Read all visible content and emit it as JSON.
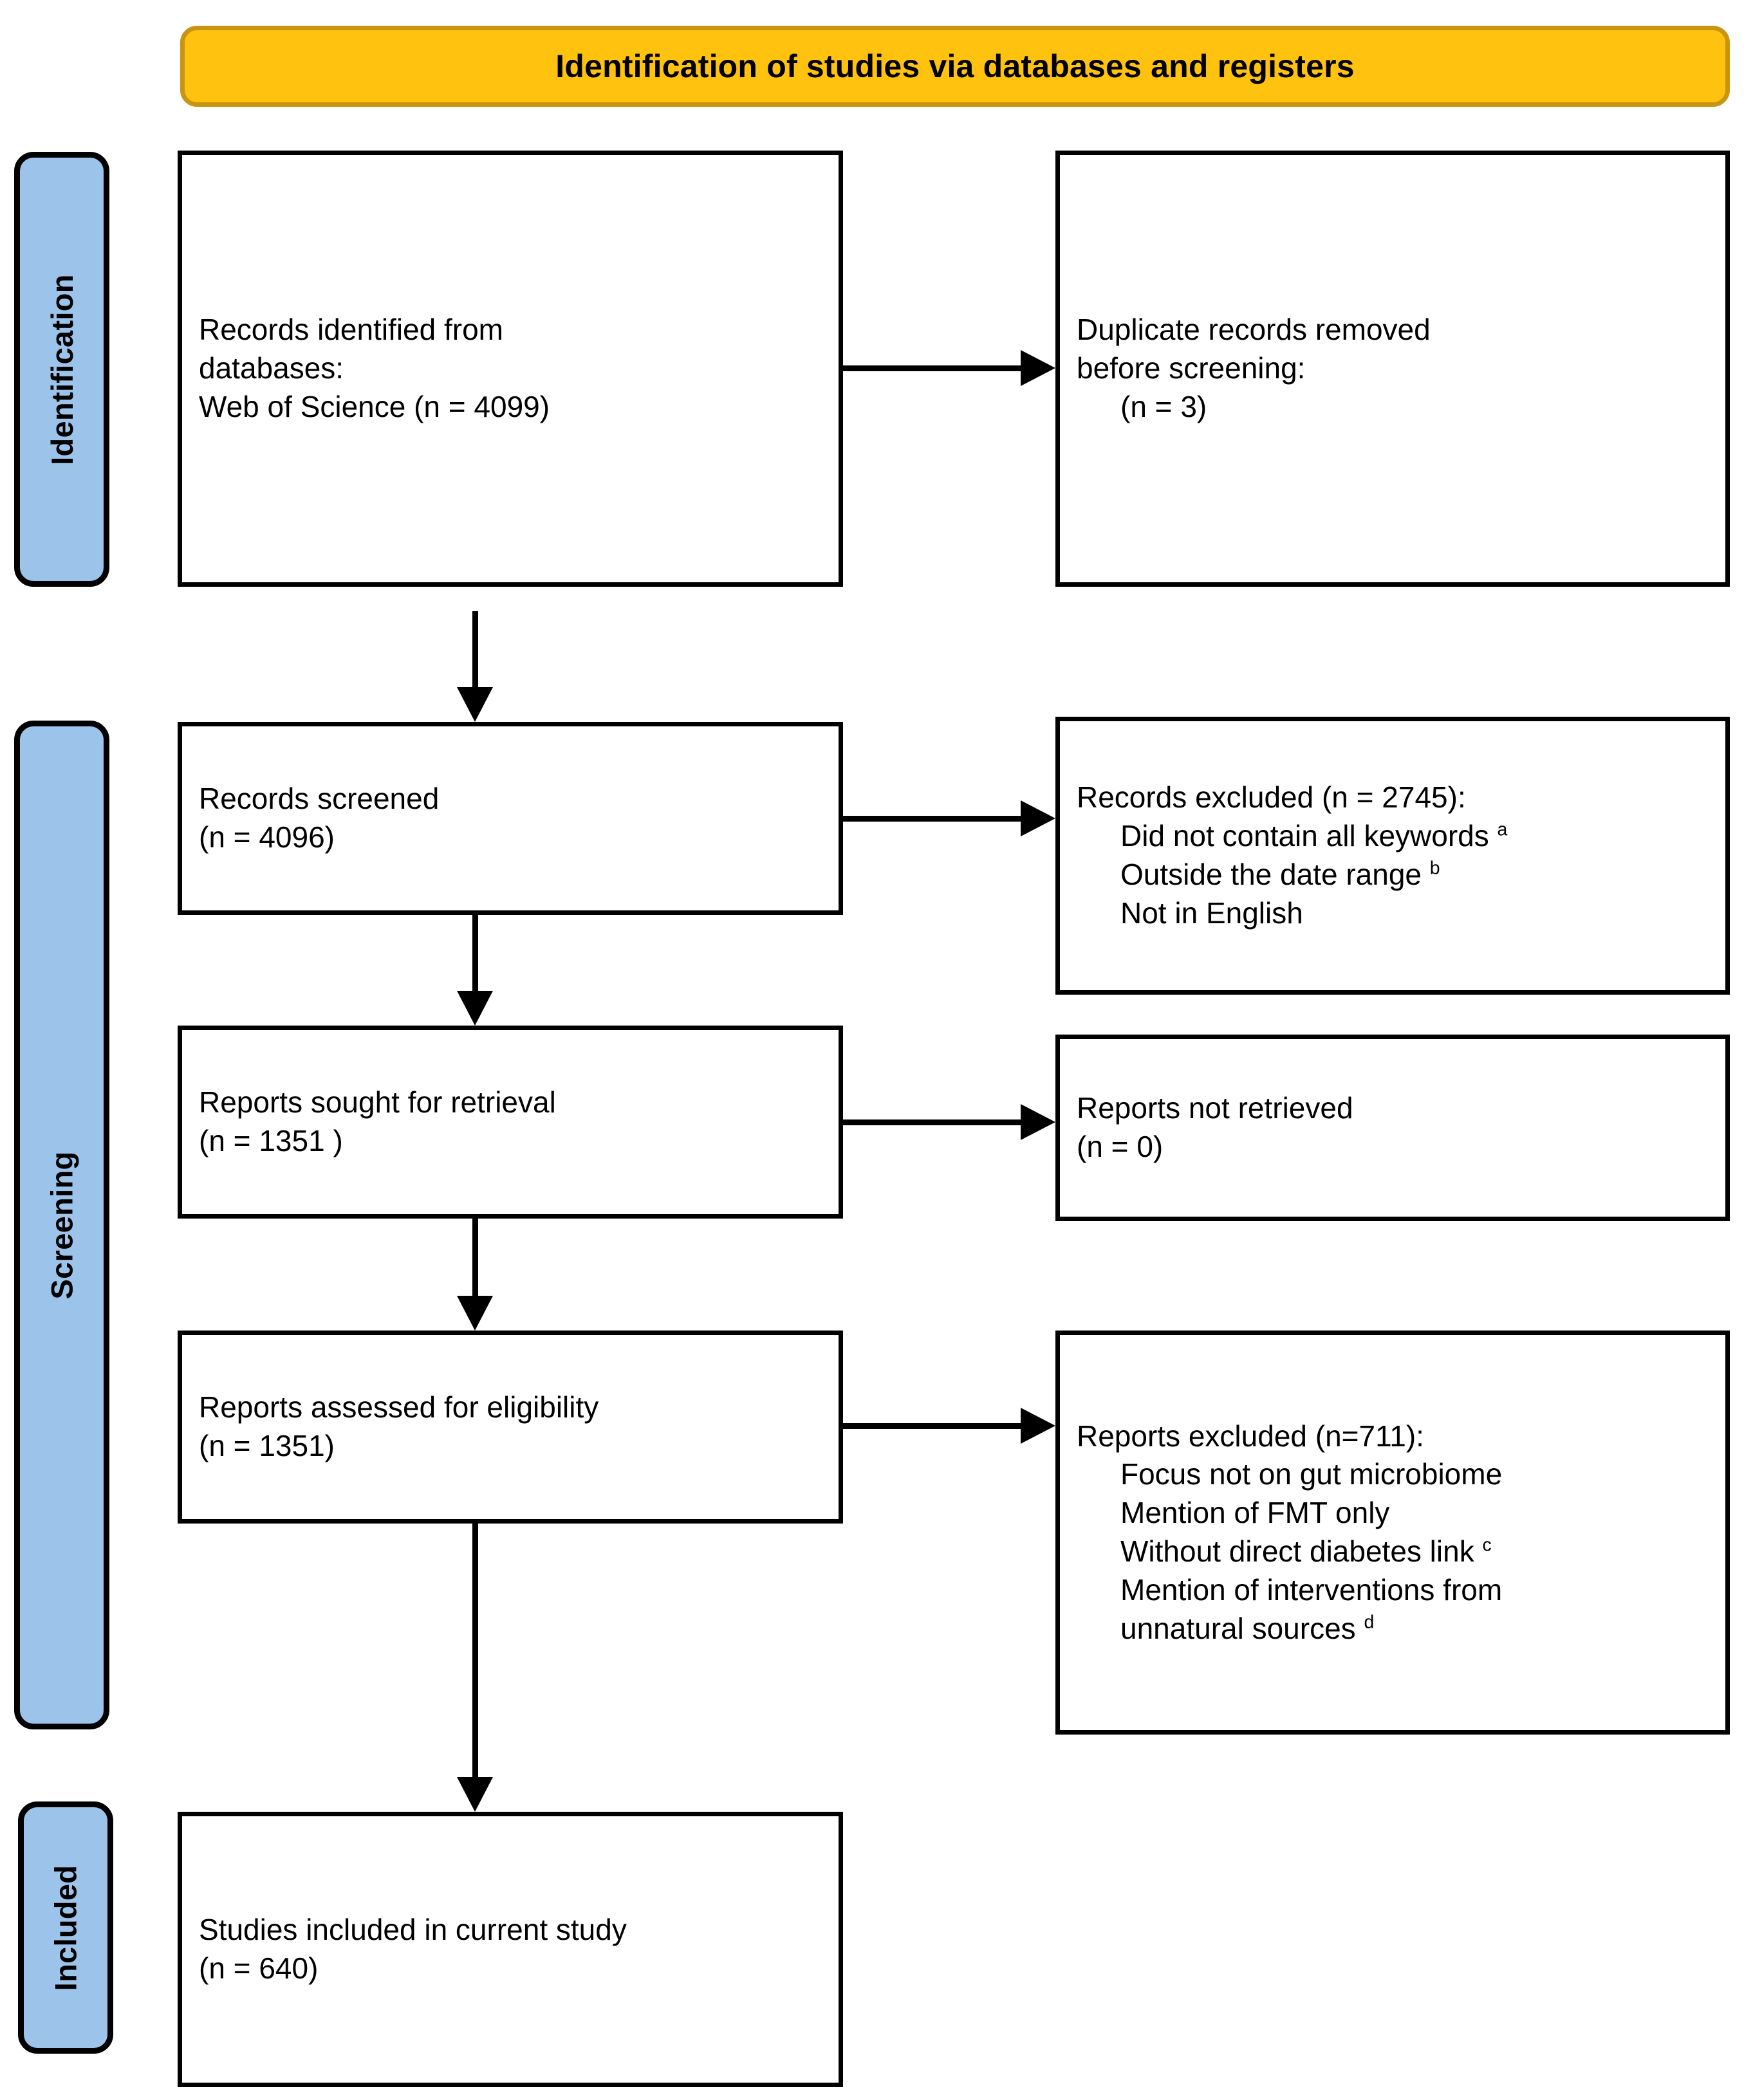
{
  "banner": {
    "title": "Identification of studies via databases and registers",
    "fill_color": "#FFC20E",
    "border_color": "#C89512"
  },
  "stage_tabs": {
    "fill_color": "#9CC3E9",
    "items": [
      {
        "id": "identification",
        "label": "Identification"
      },
      {
        "id": "screening",
        "label": "Screening"
      },
      {
        "id": "included",
        "label": "Included"
      }
    ]
  },
  "boxes": {
    "identified": {
      "lines": [
        {
          "text": "Records identified from",
          "indent": false
        },
        {
          "text": "databases:",
          "indent": false
        },
        {
          "text": "Web of Science (n = 4099)",
          "indent": false
        }
      ]
    },
    "duplicates": {
      "lines": [
        {
          "text": "Duplicate records removed",
          "indent": false
        },
        {
          "text": "before screening:",
          "indent": false
        },
        {
          "text": "(n = 3)",
          "indent": true
        }
      ]
    },
    "screened": {
      "lines": [
        {
          "text": "Records screened",
          "indent": false
        },
        {
          "text": "(n = 4096)",
          "indent": false
        }
      ]
    },
    "records_excluded": {
      "lines": [
        {
          "text": "Records excluded (n = 2745):",
          "indent": false
        },
        {
          "text": "Did not contain all keywords ",
          "sup": "a",
          "indent": true
        },
        {
          "text": "Outside the date range ",
          "sup": "b",
          "indent": true
        },
        {
          "text": "Not in English",
          "indent": true
        }
      ]
    },
    "sought": {
      "lines": [
        {
          "text": "Reports sought for retrieval",
          "indent": false
        },
        {
          "text": "(n = 1351 )",
          "indent": false
        }
      ]
    },
    "not_retrieved": {
      "lines": [
        {
          "text": "Reports not retrieved",
          "indent": false
        },
        {
          "text": "(n = 0)",
          "indent": false
        }
      ]
    },
    "eligibility": {
      "lines": [
        {
          "text": "Reports assessed for eligibility",
          "indent": false
        },
        {
          "text": "(n = 1351)",
          "indent": false
        }
      ]
    },
    "reports_excluded": {
      "lines": [
        {
          "text": "Reports excluded (n=711):",
          "indent": false
        },
        {
          "text": "Focus not on gut microbiome",
          "indent": true
        },
        {
          "text": "Mention of FMT only",
          "indent": true
        },
        {
          "text": "Without direct diabetes link ",
          "sup": "c",
          "indent": true
        },
        {
          "text": "Mention of interventions from",
          "indent": true
        },
        {
          "text": "unnatural sources ",
          "sup": "d",
          "indent": true
        }
      ]
    },
    "included": {
      "lines": [
        {
          "text": "Studies included in current study",
          "indent": false
        },
        {
          "text": "(n = 640)",
          "indent": false
        }
      ]
    }
  },
  "chart_data": {
    "type": "flowchart",
    "title": "Identification of studies via databases and registers",
    "stages": [
      "Identification",
      "Screening",
      "Included"
    ],
    "nodes": [
      {
        "id": "identified",
        "stage": "Identification",
        "label": "Records identified from databases: Web of Science",
        "n": 4099
      },
      {
        "id": "duplicates",
        "stage": "Identification",
        "label": "Duplicate records removed before screening",
        "n": 3
      },
      {
        "id": "screened",
        "stage": "Screening",
        "label": "Records screened",
        "n": 4096
      },
      {
        "id": "records_excluded",
        "stage": "Screening",
        "label": "Records excluded",
        "n": 2745,
        "reasons": [
          "Did not contain all keywords",
          "Outside the date range",
          "Not in English"
        ]
      },
      {
        "id": "sought",
        "stage": "Screening",
        "label": "Reports sought for retrieval",
        "n": 1351
      },
      {
        "id": "not_retrieved",
        "stage": "Screening",
        "label": "Reports not retrieved",
        "n": 0
      },
      {
        "id": "eligibility",
        "stage": "Screening",
        "label": "Reports assessed for eligibility",
        "n": 1351
      },
      {
        "id": "reports_excluded",
        "stage": "Screening",
        "label": "Reports excluded",
        "n": 711,
        "reasons": [
          "Focus not on gut microbiome",
          "Mention of FMT only",
          "Without direct diabetes link",
          "Mention of interventions from unnatural sources"
        ]
      },
      {
        "id": "included",
        "stage": "Included",
        "label": "Studies included in current study",
        "n": 640
      }
    ],
    "edges": [
      {
        "from": "identified",
        "to": "duplicates",
        "direction": "right"
      },
      {
        "from": "identified",
        "to": "screened",
        "direction": "down"
      },
      {
        "from": "screened",
        "to": "records_excluded",
        "direction": "right"
      },
      {
        "from": "screened",
        "to": "sought",
        "direction": "down"
      },
      {
        "from": "sought",
        "to": "not_retrieved",
        "direction": "right"
      },
      {
        "from": "sought",
        "to": "eligibility",
        "direction": "down"
      },
      {
        "from": "eligibility",
        "to": "reports_excluded",
        "direction": "right"
      },
      {
        "from": "eligibility",
        "to": "included",
        "direction": "down"
      }
    ]
  }
}
